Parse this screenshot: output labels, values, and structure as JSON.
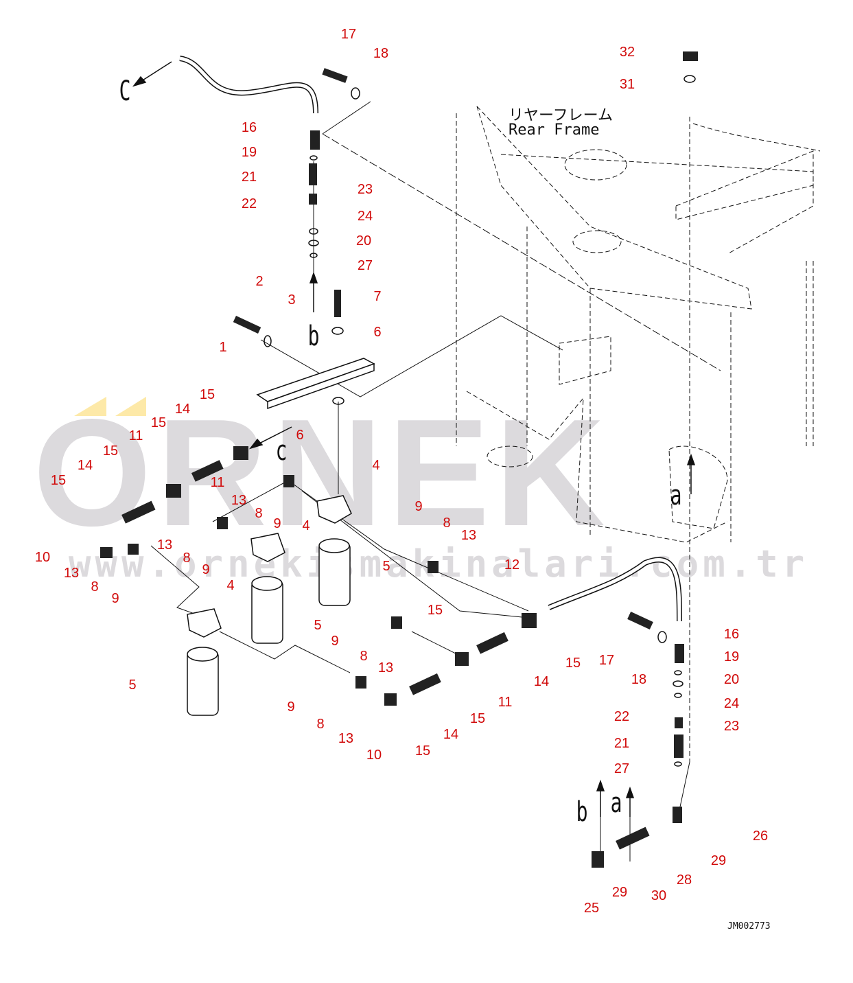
{
  "title": {
    "japanese": "リヤーフレーム",
    "english": "Rear Frame"
  },
  "drawing_code": "JM002773",
  "watermark": {
    "brand": "ORNEK",
    "url": "www.ornekismakinalari.com.tr",
    "accent": "#fde9a8",
    "gray": "#dcdadd"
  },
  "callout_color": "#d10a0a",
  "view_letters": [
    "C",
    "b",
    "c",
    "a",
    "b",
    "a"
  ],
  "callouts": [
    "17",
    "18",
    "16",
    "19",
    "21",
    "22",
    "23",
    "24",
    "20",
    "27",
    "2",
    "3",
    "7",
    "6",
    "1",
    "15",
    "14",
    "15",
    "11",
    "6",
    "15",
    "14",
    "11",
    "15",
    "13",
    "8",
    "9",
    "4",
    "4",
    "9",
    "8",
    "13",
    "10",
    "13",
    "8",
    "9",
    "8",
    "13",
    "9",
    "5",
    "12",
    "4",
    "5",
    "15",
    "9",
    "8",
    "13",
    "14",
    "15",
    "11",
    "15",
    "14",
    "15",
    "10",
    "13",
    "8",
    "9",
    "5",
    "17",
    "18",
    "16",
    "19",
    "20",
    "24",
    "23",
    "22",
    "21",
    "27",
    "26",
    "29",
    "28",
    "30",
    "29",
    "25",
    "32",
    "31"
  ]
}
